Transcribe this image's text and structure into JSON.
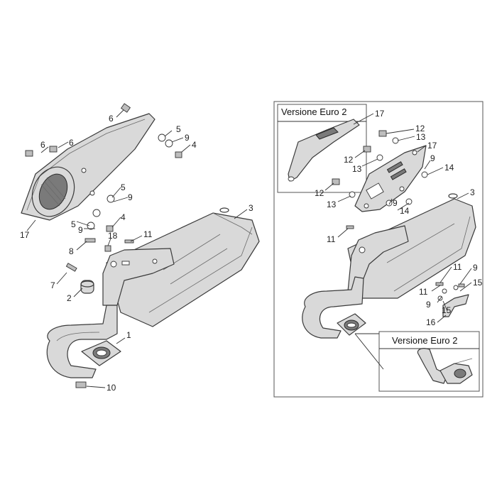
{
  "callouts_main": [
    {
      "label": "6"
    },
    {
      "label": "6"
    },
    {
      "label": "6"
    },
    {
      "label": "5"
    },
    {
      "label": "9"
    },
    {
      "label": "4"
    },
    {
      "label": "5"
    },
    {
      "label": "9"
    },
    {
      "label": "4"
    },
    {
      "label": "5"
    },
    {
      "label": "9"
    },
    {
      "label": "17"
    },
    {
      "label": "3"
    },
    {
      "label": "11"
    },
    {
      "label": "18"
    },
    {
      "label": "8"
    },
    {
      "label": "7"
    },
    {
      "label": "2"
    },
    {
      "label": "1"
    },
    {
      "label": "10"
    }
  ],
  "inset_main": {
    "title": "Versione Euro 2",
    "callouts": [
      {
        "label": "17"
      },
      {
        "label": "12"
      },
      {
        "label": "13"
      },
      {
        "label": "12"
      },
      {
        "label": "13"
      },
      {
        "label": "17"
      },
      {
        "label": "9"
      },
      {
        "label": "14"
      },
      {
        "label": "12"
      },
      {
        "label": "13"
      },
      {
        "label": "9"
      },
      {
        "label": "14"
      },
      {
        "label": "3"
      },
      {
        "label": "11"
      },
      {
        "label": "11"
      },
      {
        "label": "9"
      },
      {
        "label": "11"
      },
      {
        "label": "9"
      },
      {
        "label": "15"
      },
      {
        "label": "15"
      },
      {
        "label": "16"
      }
    ]
  },
  "inset_detail": {
    "title": "Versione Euro 2"
  }
}
